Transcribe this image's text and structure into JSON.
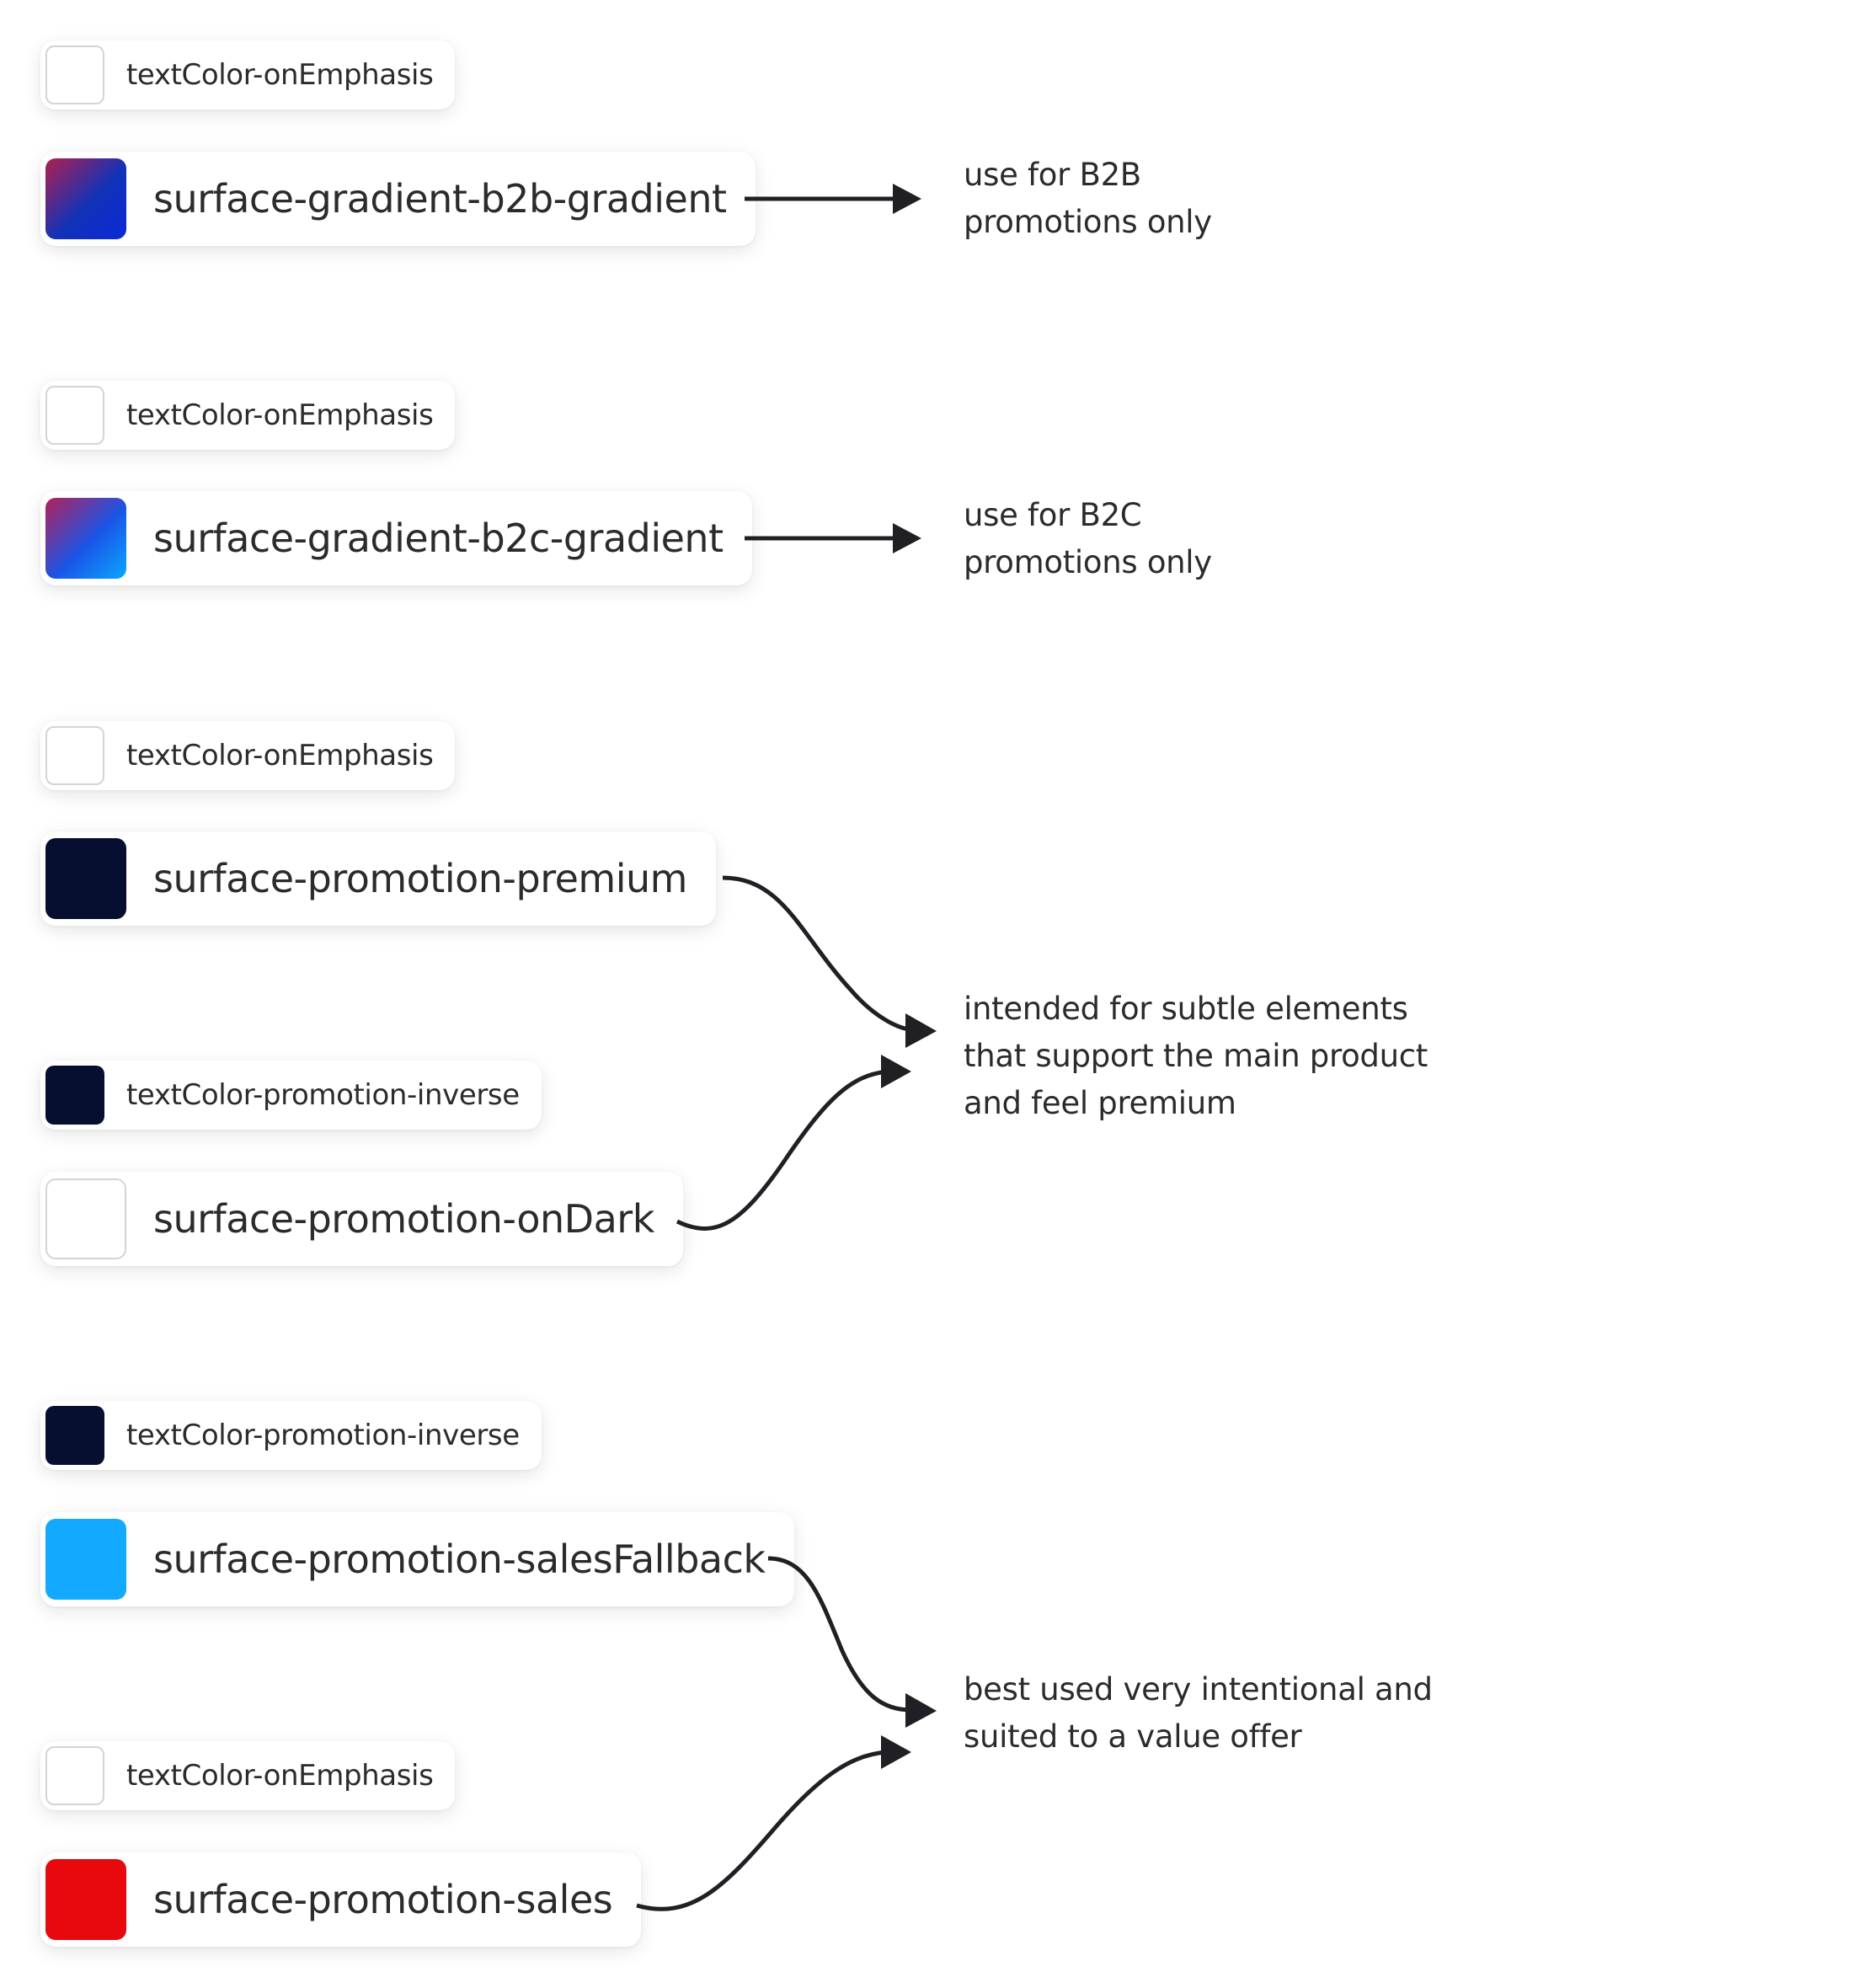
{
  "groups": [
    {
      "text_token": {
        "label": "textColor-onEmphasis",
        "swatch": "#ffffff"
      },
      "surface_token": {
        "label": "surface-gradient-b2b-gradient",
        "swatch_gradient": [
          "#b0204d",
          "#1232b8",
          "#0a2ad6"
        ]
      }
    },
    {
      "text_token": {
        "label": "textColor-onEmphasis",
        "swatch": "#ffffff"
      },
      "surface_token": {
        "label": "surface-gradient-b2c-gradient",
        "swatch_gradient": [
          "#b5205a",
          "#1a55e6",
          "#0aa6ff"
        ]
      }
    },
    {
      "text_token": {
        "label": "textColor-onEmphasis",
        "swatch": "#ffffff"
      },
      "surface_token": {
        "label": "surface-promotion-premium",
        "swatch": "#070f30"
      }
    },
    {
      "text_token": {
        "label": "textColor-promotion-inverse",
        "swatch": "#070f30"
      },
      "surface_token": {
        "label": "surface-promotion-onDark",
        "swatch": "#ffffff"
      }
    },
    {
      "text_token": {
        "label": "textColor-promotion-inverse",
        "swatch": "#070f30"
      },
      "surface_token": {
        "label": "surface-promotion-salesFallback",
        "swatch": "#12a9ff"
      }
    },
    {
      "text_token": {
        "label": "textColor-onEmphasis",
        "swatch": "#ffffff"
      },
      "surface_token": {
        "label": "surface-promotion-sales",
        "swatch": "#e8090e"
      }
    }
  ],
  "notes": {
    "b2b": [
      "use for B2B",
      "promotions only"
    ],
    "b2c": [
      "use for B2C",
      "promotions only"
    ],
    "premium": [
      "intended for subtle elements",
      "that support the main product",
      "and feel premium"
    ],
    "sales": [
      "best used very intentional and",
      "suited to a value offer"
    ]
  },
  "colors": {
    "connector": "#1f1f24",
    "text": "#2b2b2b",
    "swatch_outline": "#d4d4d4"
  }
}
